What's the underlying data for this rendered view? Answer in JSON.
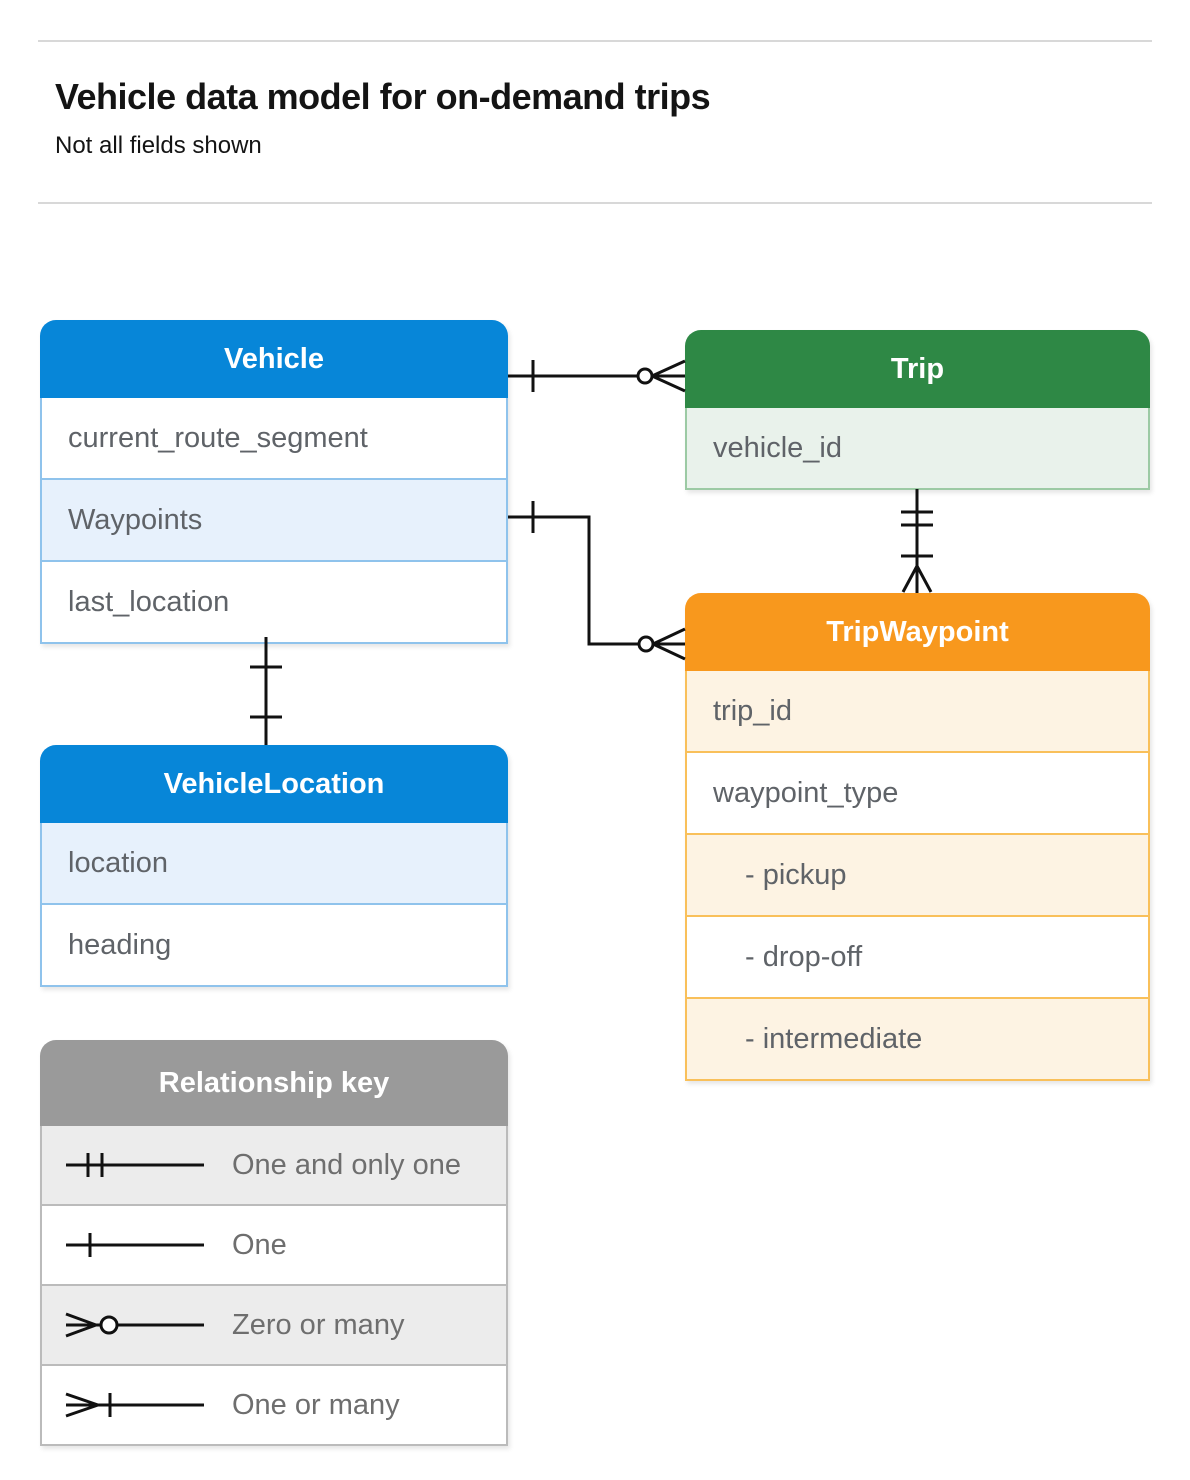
{
  "header": {
    "title": "Vehicle data model for on-demand trips",
    "subtitle": "Not all fields shown"
  },
  "colors": {
    "vehicle_blue": "#0786d8",
    "trip_green": "#2e8845",
    "waypoint_orange": "#f8981d",
    "key_gray": "#9a9a9a",
    "field_text": "#5f6368",
    "connector": "#111111"
  },
  "entities": {
    "vehicle": {
      "name": "Vehicle",
      "fields": [
        "current_route_segment",
        "Waypoints",
        "last_location"
      ]
    },
    "trip": {
      "name": "Trip",
      "fields": [
        "vehicle_id"
      ]
    },
    "trip_waypoint": {
      "name": "TripWaypoint",
      "fields": [
        "trip_id",
        "waypoint_type",
        "- pickup",
        "- drop-off",
        "- intermediate"
      ]
    },
    "vehicle_location": {
      "name": "VehicleLocation",
      "fields": [
        "location",
        "heading"
      ]
    }
  },
  "legend": {
    "title": "Relationship key",
    "items": [
      {
        "symbol": "one-and-only-one-icon",
        "label": "One and only one"
      },
      {
        "symbol": "one-icon",
        "label": "One"
      },
      {
        "symbol": "zero-or-many-icon",
        "label": "Zero or many"
      },
      {
        "symbol": "one-or-many-icon",
        "label": "One or many"
      }
    ]
  },
  "relationships": [
    {
      "from": "Vehicle",
      "to": "Trip",
      "from_cardinality": "one",
      "to_cardinality": "zero-or-many"
    },
    {
      "from": "Vehicle.Waypoints",
      "to": "TripWaypoint",
      "from_cardinality": "one",
      "to_cardinality": "zero-or-many"
    },
    {
      "from": "Trip",
      "to": "TripWaypoint",
      "from_cardinality": "one-and-only-one",
      "to_cardinality": "one-or-many"
    },
    {
      "from": "Vehicle",
      "to": "VehicleLocation",
      "from_cardinality": "one",
      "to_cardinality": "one"
    }
  ]
}
